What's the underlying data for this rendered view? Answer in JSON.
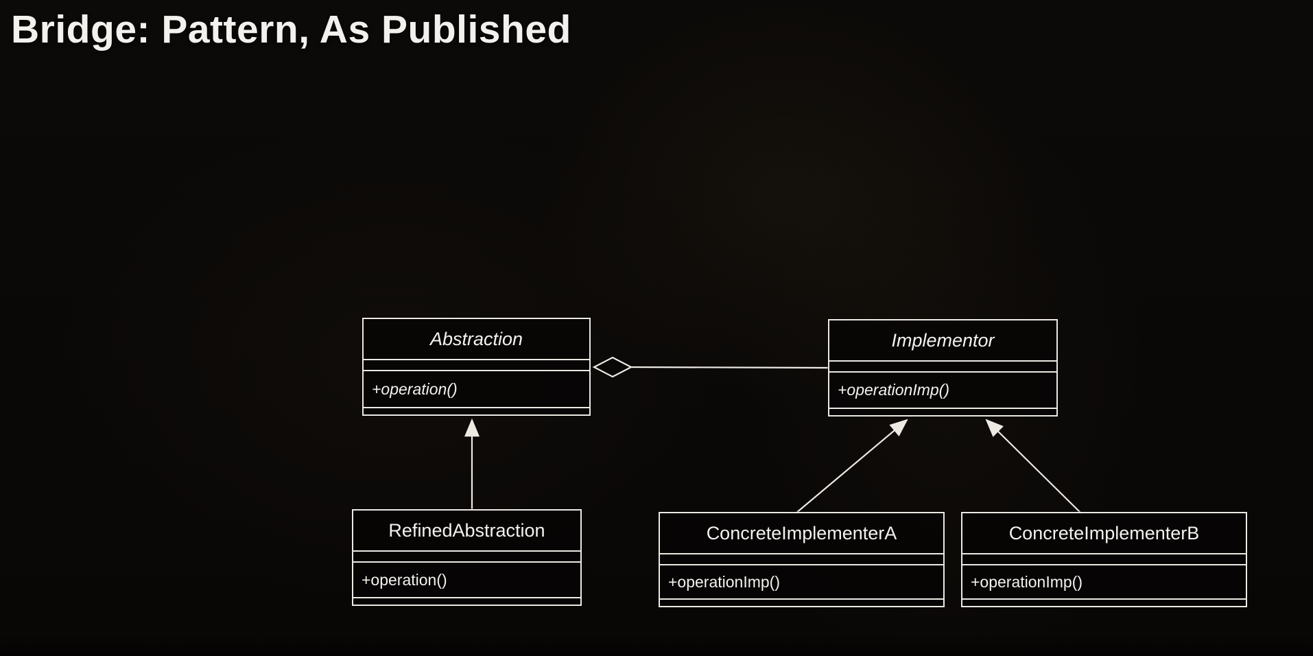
{
  "slide": {
    "title": "Bridge: Pattern, As Published"
  },
  "diagram": {
    "type": "uml-class-diagram",
    "classes": [
      {
        "name": "Abstraction",
        "method": "+operation()",
        "abstract": true
      },
      {
        "name": "Implementor",
        "method": "+operationImp()",
        "abstract": true
      },
      {
        "name": "RefinedAbstraction",
        "method": "+operation()",
        "abstract": false
      },
      {
        "name": "ConcreteImplementerA",
        "method": "+operationImp()",
        "abstract": false
      },
      {
        "name": "ConcreteImplementerB",
        "method": "+operationImp()",
        "abstract": false
      }
    ],
    "relationships": [
      {
        "type": "aggregation",
        "from": "Abstraction",
        "to": "Implementor"
      },
      {
        "type": "inheritance",
        "from": "RefinedAbstraction",
        "to": "Abstraction"
      },
      {
        "type": "inheritance",
        "from": "ConcreteImplementerA",
        "to": "Implementor"
      },
      {
        "type": "inheritance",
        "from": "ConcreteImplementerB",
        "to": "Implementor"
      }
    ],
    "colors": {
      "background": "#0b0907",
      "line": "#edeae4",
      "text": "#f4f2ee",
      "box_fill": "#050403"
    }
  }
}
